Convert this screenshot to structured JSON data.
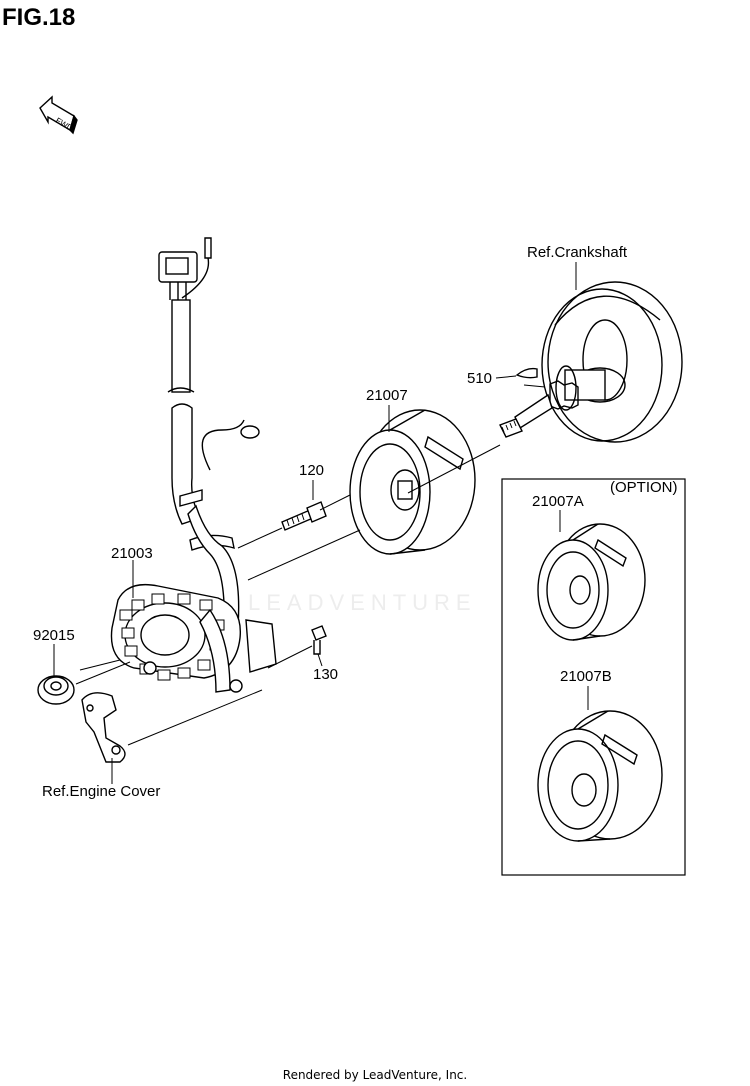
{
  "figure": {
    "title": "FIG.18"
  },
  "direction_marker": {
    "text": "FWD",
    "icon": "fwd-arrow-icon"
  },
  "watermark": {
    "text": "LEADVENTURE"
  },
  "option_box": {
    "title": "(OPTION)"
  },
  "parts": [
    {
      "key": "crankshaft",
      "label": "Ref.Crankshaft"
    },
    {
      "key": "key",
      "label": "510"
    },
    {
      "key": "rotor",
      "label": "21007"
    },
    {
      "key": "bolt120",
      "label": "120"
    },
    {
      "key": "stator",
      "label": "21003"
    },
    {
      "key": "nut",
      "label": "92015"
    },
    {
      "key": "bolt130",
      "label": "130"
    },
    {
      "key": "rotorA",
      "label": "21007A"
    },
    {
      "key": "rotorB",
      "label": "21007B"
    },
    {
      "key": "enginecover",
      "label": "Ref.Engine Cover"
    }
  ],
  "footer": {
    "text": "Rendered by LeadVenture, Inc."
  }
}
